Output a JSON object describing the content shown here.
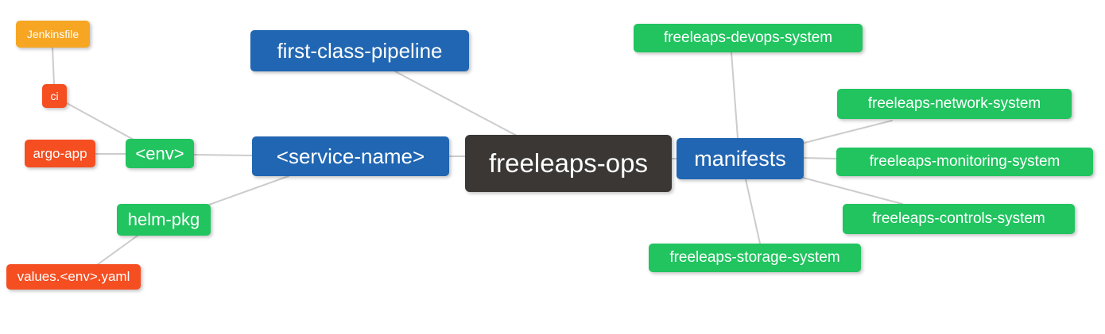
{
  "diagram": {
    "type": "mindmap",
    "root_label": "freeleaps-ops",
    "nodes": {
      "jenkinsfile": {
        "label": "Jenkinsfile",
        "color": "#F6A623"
      },
      "ci": {
        "label": "ci",
        "color": "#F44E21"
      },
      "argo-app": {
        "label": "argo-app",
        "color": "#F44E21"
      },
      "env": {
        "label": "<env>",
        "color": "#21C45F"
      },
      "helm-pkg": {
        "label": "helm-pkg",
        "color": "#21C45F"
      },
      "values-yaml": {
        "label": "values.<env>.yaml",
        "color": "#F44E21"
      },
      "first-class-pipeline": {
        "label": "first-class-pipeline",
        "color": "#2166B2"
      },
      "service-name": {
        "label": "<service-name>",
        "color": "#2166B2"
      },
      "freeleaps-ops": {
        "label": "freeleaps-ops",
        "color": "#3A3735"
      },
      "manifests": {
        "label": "manifests",
        "color": "#2166B2"
      },
      "devops": {
        "label": "freeleaps-devops-system",
        "color": "#21C45F"
      },
      "network": {
        "label": "freeleaps-network-system",
        "color": "#21C45F"
      },
      "monitoring": {
        "label": "freeleaps-monitoring-system",
        "color": "#21C45F"
      },
      "controls": {
        "label": "freeleaps-controls-system",
        "color": "#21C45F"
      },
      "storage": {
        "label": "freeleaps-storage-system",
        "color": "#21C45F"
      }
    },
    "edges": [
      {
        "from": "Jenkinsfile",
        "to": "ci"
      },
      {
        "from": "ci",
        "to": "<env>"
      },
      {
        "from": "argo-app",
        "to": "<env>"
      },
      {
        "from": "<env>",
        "to": "<service-name>"
      },
      {
        "from": "helm-pkg",
        "to": "<service-name>"
      },
      {
        "from": "values.<env>.yaml",
        "to": "helm-pkg"
      },
      {
        "from": "first-class-pipeline",
        "to": "freeleaps-ops"
      },
      {
        "from": "<service-name>",
        "to": "freeleaps-ops"
      },
      {
        "from": "freeleaps-ops",
        "to": "manifests"
      },
      {
        "from": "manifests",
        "to": "freeleaps-devops-system"
      },
      {
        "from": "manifests",
        "to": "freeleaps-network-system"
      },
      {
        "from": "manifests",
        "to": "freeleaps-monitoring-system"
      },
      {
        "from": "manifests",
        "to": "freeleaps-controls-system"
      },
      {
        "from": "manifests",
        "to": "freeleaps-storage-system"
      }
    ],
    "colors": {
      "node-blue": "#2166B2",
      "node-green": "#21C45F",
      "node-red-orange": "#F44E21",
      "node-amber": "#F6A623",
      "node-dark": "#3A3735",
      "connector": "#CCCCCC",
      "text": "#FFFFFF",
      "background": "#FFFFFF"
    }
  }
}
